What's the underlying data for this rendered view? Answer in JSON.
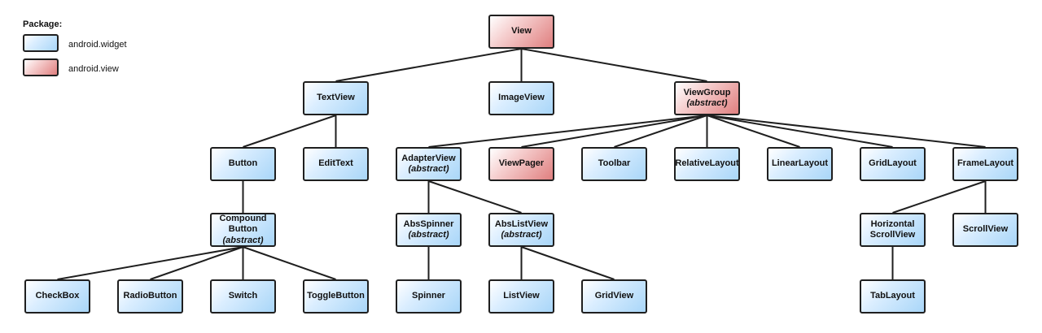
{
  "legend": {
    "title": "Package:",
    "items": [
      {
        "label": "android.widget",
        "kind": "widget"
      },
      {
        "label": "android.view",
        "kind": "view"
      }
    ]
  },
  "colors": {
    "widget_fill": "#a9d6f8",
    "view_fill": "#e07f7f",
    "border": "#1f1f1f"
  },
  "nodes": [
    {
      "id": "view",
      "lines": [
        "View"
      ],
      "kind": "view"
    },
    {
      "id": "textview",
      "lines": [
        "TextView"
      ],
      "kind": "widget"
    },
    {
      "id": "imageview",
      "lines": [
        "ImageView"
      ],
      "kind": "widget"
    },
    {
      "id": "viewgroup",
      "lines": [
        "ViewGroup"
      ],
      "sub": "(abstract)",
      "kind": "view"
    },
    {
      "id": "button",
      "lines": [
        "Button"
      ],
      "kind": "widget"
    },
    {
      "id": "edittext",
      "lines": [
        "EditText"
      ],
      "kind": "widget"
    },
    {
      "id": "adapterview",
      "lines": [
        "AdapterView"
      ],
      "sub": "(abstract)",
      "kind": "widget"
    },
    {
      "id": "viewpager",
      "lines": [
        "ViewPager"
      ],
      "kind": "view"
    },
    {
      "id": "toolbar",
      "lines": [
        "Toolbar"
      ],
      "kind": "widget"
    },
    {
      "id": "relativelayout",
      "lines": [
        "RelativeLayout"
      ],
      "kind": "widget"
    },
    {
      "id": "linearlayout",
      "lines": [
        "LinearLayout"
      ],
      "kind": "widget"
    },
    {
      "id": "gridlayout",
      "lines": [
        "GridLayout"
      ],
      "kind": "widget"
    },
    {
      "id": "framelayout",
      "lines": [
        "FrameLayout"
      ],
      "kind": "widget"
    },
    {
      "id": "compoundbutton",
      "lines": [
        "Compound",
        "Button"
      ],
      "sub": "(abstract)",
      "kind": "widget"
    },
    {
      "id": "absspinner",
      "lines": [
        "AbsSpinner"
      ],
      "sub": "(abstract)",
      "kind": "widget"
    },
    {
      "id": "abslistview",
      "lines": [
        "AbsListView"
      ],
      "sub": "(abstract)",
      "kind": "widget"
    },
    {
      "id": "horizontalscrollview",
      "lines": [
        "Horizontal",
        "ScrollView"
      ],
      "kind": "widget"
    },
    {
      "id": "scrollview",
      "lines": [
        "ScrollView"
      ],
      "kind": "widget"
    },
    {
      "id": "checkbox",
      "lines": [
        "CheckBox"
      ],
      "kind": "widget"
    },
    {
      "id": "radiobutton",
      "lines": [
        "RadioButton"
      ],
      "kind": "widget"
    },
    {
      "id": "switch",
      "lines": [
        "Switch"
      ],
      "kind": "widget"
    },
    {
      "id": "togglebutton",
      "lines": [
        "ToggleButton"
      ],
      "kind": "widget"
    },
    {
      "id": "spinner",
      "lines": [
        "Spinner"
      ],
      "kind": "widget"
    },
    {
      "id": "listview",
      "lines": [
        "ListView"
      ],
      "kind": "widget"
    },
    {
      "id": "gridview",
      "lines": [
        "GridView"
      ],
      "kind": "widget"
    },
    {
      "id": "tablayout",
      "lines": [
        "TabLayout"
      ],
      "kind": "widget"
    }
  ],
  "edges": [
    [
      "view",
      "textview"
    ],
    [
      "view",
      "imageview"
    ],
    [
      "view",
      "viewgroup"
    ],
    [
      "textview",
      "button"
    ],
    [
      "textview",
      "edittext"
    ],
    [
      "button",
      "compoundbutton"
    ],
    [
      "compoundbutton",
      "checkbox"
    ],
    [
      "compoundbutton",
      "radiobutton"
    ],
    [
      "compoundbutton",
      "switch"
    ],
    [
      "compoundbutton",
      "togglebutton"
    ],
    [
      "viewgroup",
      "adapterview"
    ],
    [
      "viewgroup",
      "viewpager"
    ],
    [
      "viewgroup",
      "toolbar"
    ],
    [
      "viewgroup",
      "relativelayout"
    ],
    [
      "viewgroup",
      "linearlayout"
    ],
    [
      "viewgroup",
      "gridlayout"
    ],
    [
      "viewgroup",
      "framelayout"
    ],
    [
      "adapterview",
      "absspinner"
    ],
    [
      "adapterview",
      "abslistview"
    ],
    [
      "absspinner",
      "spinner"
    ],
    [
      "abslistview",
      "listview"
    ],
    [
      "abslistview",
      "gridview"
    ],
    [
      "framelayout",
      "horizontalscrollview"
    ],
    [
      "framelayout",
      "scrollview"
    ],
    [
      "horizontalscrollview",
      "tablayout"
    ]
  ]
}
